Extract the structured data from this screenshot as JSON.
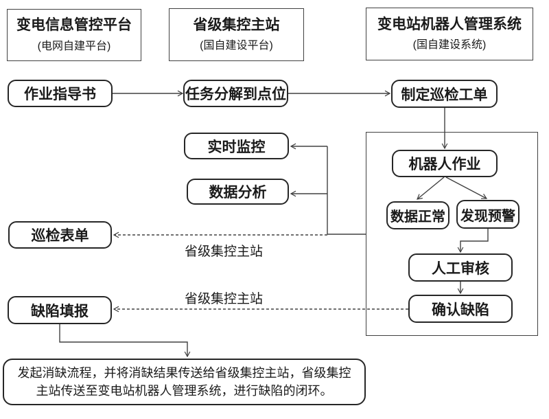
{
  "diagram": {
    "headers": {
      "info_platform": {
        "title": "变电信息管控平台",
        "subtitle": "(电网自建平台)"
      },
      "provincial_station": {
        "title": "省级集控主站",
        "subtitle": "(国自建设平台)"
      },
      "robot_system": {
        "title": "变电站机器人管理系统",
        "subtitle": "(国自建设系统)"
      }
    },
    "nodes": {
      "work_guide": "作业指导书",
      "task_decompose": "任务分解到点位",
      "create_order": "制定巡检工单",
      "realtime_monitor": "实时监控",
      "data_analysis": "数据分析",
      "inspection_form": "巡检表单",
      "defect_report": "缺陷填报",
      "robot_work": "机器人作业",
      "data_normal": "数据正常",
      "alarm_found": "发现预警",
      "manual_review": "人工审核",
      "confirm_defect": "确认缺陷"
    },
    "edge_labels": {
      "to_inspection_form": "省级集控主站",
      "to_defect_report": "省级集控主站"
    },
    "note": "发起消缺流程，并将消缺结果传送给省级集控主站，省级集控主站传送至变电站机器人管理系统，进行缺陷的闭环。",
    "colors": {
      "line": "#404040",
      "box_border": "#262626",
      "text": "#1a1a1a",
      "background": "#ffffff"
    }
  }
}
